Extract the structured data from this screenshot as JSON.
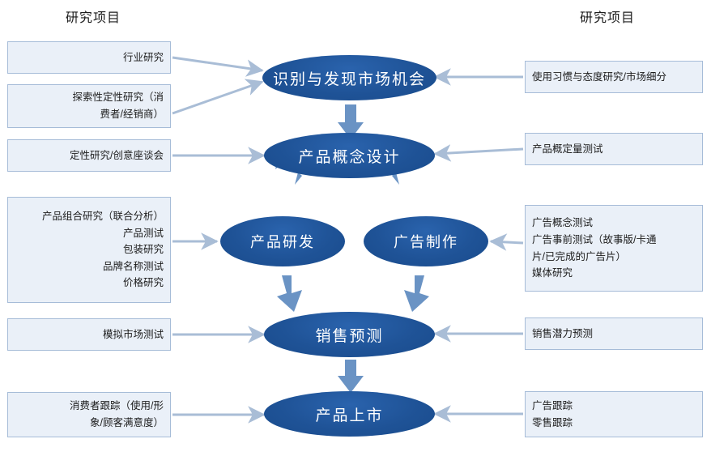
{
  "colors": {
    "node_fill": "#1f5397",
    "node_text": "#ffffff",
    "box_fill": "#eaf0f8",
    "box_border": "#a6bcd8",
    "arrow": "#a9bdd6",
    "thick_arrow": "#6a93c4",
    "page_bg": "#ffffff"
  },
  "titles": {
    "left": "研究项目",
    "right": "研究项目"
  },
  "nodes": [
    {
      "id": "node-market-opportunity",
      "label": "识别与发现市场机会"
    },
    {
      "id": "node-product-concept",
      "label": "产品概念设计"
    },
    {
      "id": "node-product-rd",
      "label": "产品研发"
    },
    {
      "id": "node-ad-production",
      "label": "广告制作"
    },
    {
      "id": "node-sales-forecast",
      "label": "销售预测"
    },
    {
      "id": "node-product-launch",
      "label": "产品上市"
    }
  ],
  "left_boxes": [
    {
      "id": "left-box-industry-research",
      "lines": [
        "行业研究"
      ]
    },
    {
      "id": "left-box-exploratory-qualitative",
      "lines": [
        "探索性定性研究（消",
        "费者/经销商）"
      ]
    },
    {
      "id": "left-box-qualitative-creative",
      "lines": [
        "定性研究/创意座谈会"
      ]
    },
    {
      "id": "left-box-product-bundle",
      "lines": [
        "产品组合研究（联合分析）",
        "产品测试",
        "包装研究",
        "品牌名称测试",
        "价格研究"
      ]
    },
    {
      "id": "left-box-simulated-market-test",
      "lines": [
        "模拟市场测试"
      ]
    },
    {
      "id": "left-box-consumer-tracking",
      "lines": [
        "消费者跟踪（使用/形",
        "象/顾客满意度）"
      ]
    }
  ],
  "right_boxes": [
    {
      "id": "right-box-usage-attitude",
      "lines": [
        "使用习惯与态度研究/市场细分"
      ]
    },
    {
      "id": "right-box-concept-quant-test",
      "lines": [
        "产品概定量测试"
      ]
    },
    {
      "id": "right-box-advertising",
      "lines": [
        "广告概念测试",
        "广告事前测试（故事版/卡通",
        "片/已完成的广告片）",
        "媒体研究"
      ]
    },
    {
      "id": "right-box-sales-potential",
      "lines": [
        "销售潜力预测"
      ]
    },
    {
      "id": "right-box-tracking",
      "lines": [
        "广告跟踪",
        "零售跟踪"
      ]
    }
  ]
}
